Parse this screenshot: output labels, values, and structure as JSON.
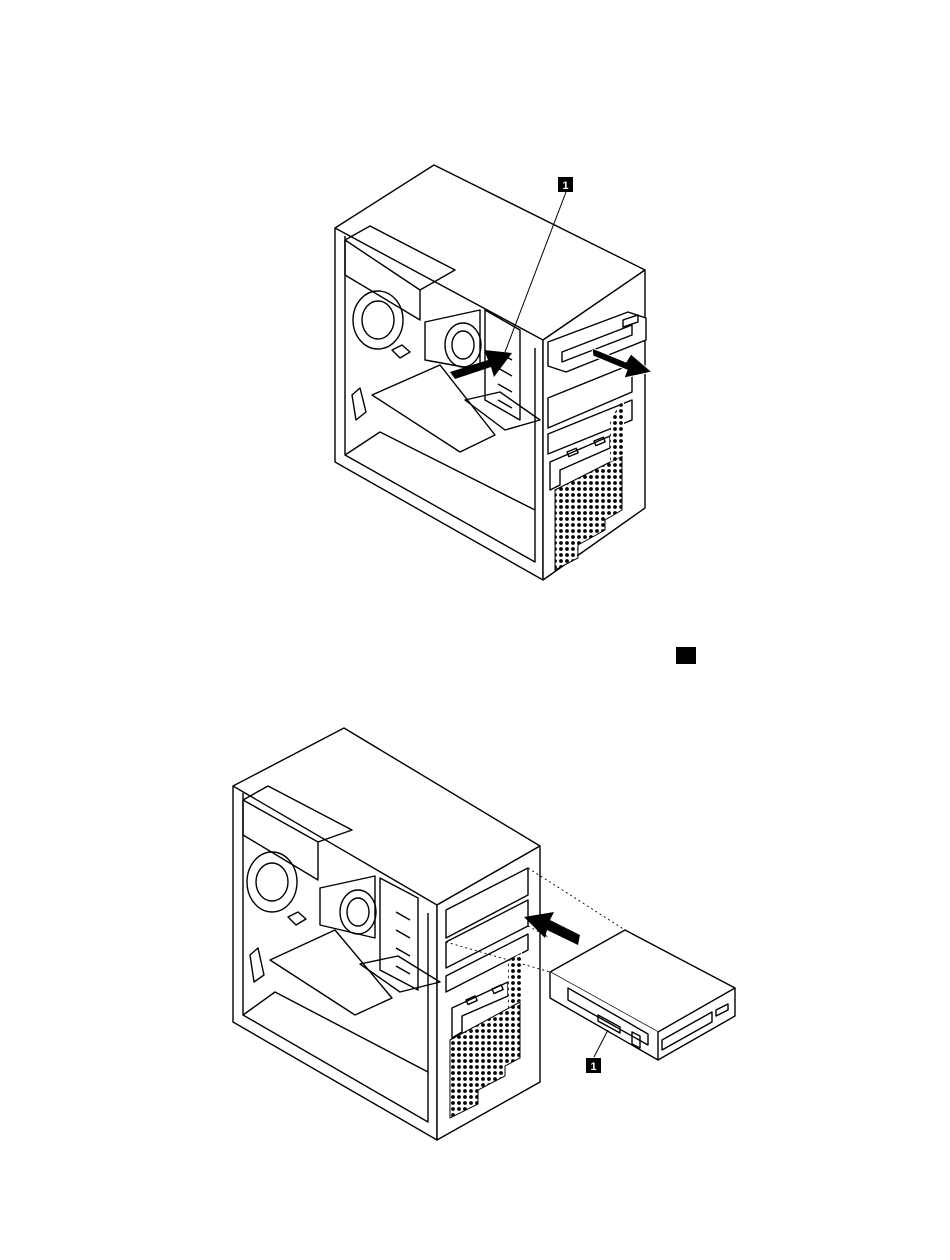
{
  "figures": [
    {
      "callouts": [
        {
          "number": "1"
        }
      ],
      "arrows": [
        "push-latch-arrow",
        "pull-out-arrow"
      ]
    },
    {
      "callouts": [
        {
          "number": "1"
        }
      ],
      "arrows": [
        "slide-in-arrow"
      ]
    }
  ],
  "inline_marker": {
    "icon": "black-square-icon"
  },
  "colors": {
    "line": "#000000",
    "background": "#ffffff"
  }
}
